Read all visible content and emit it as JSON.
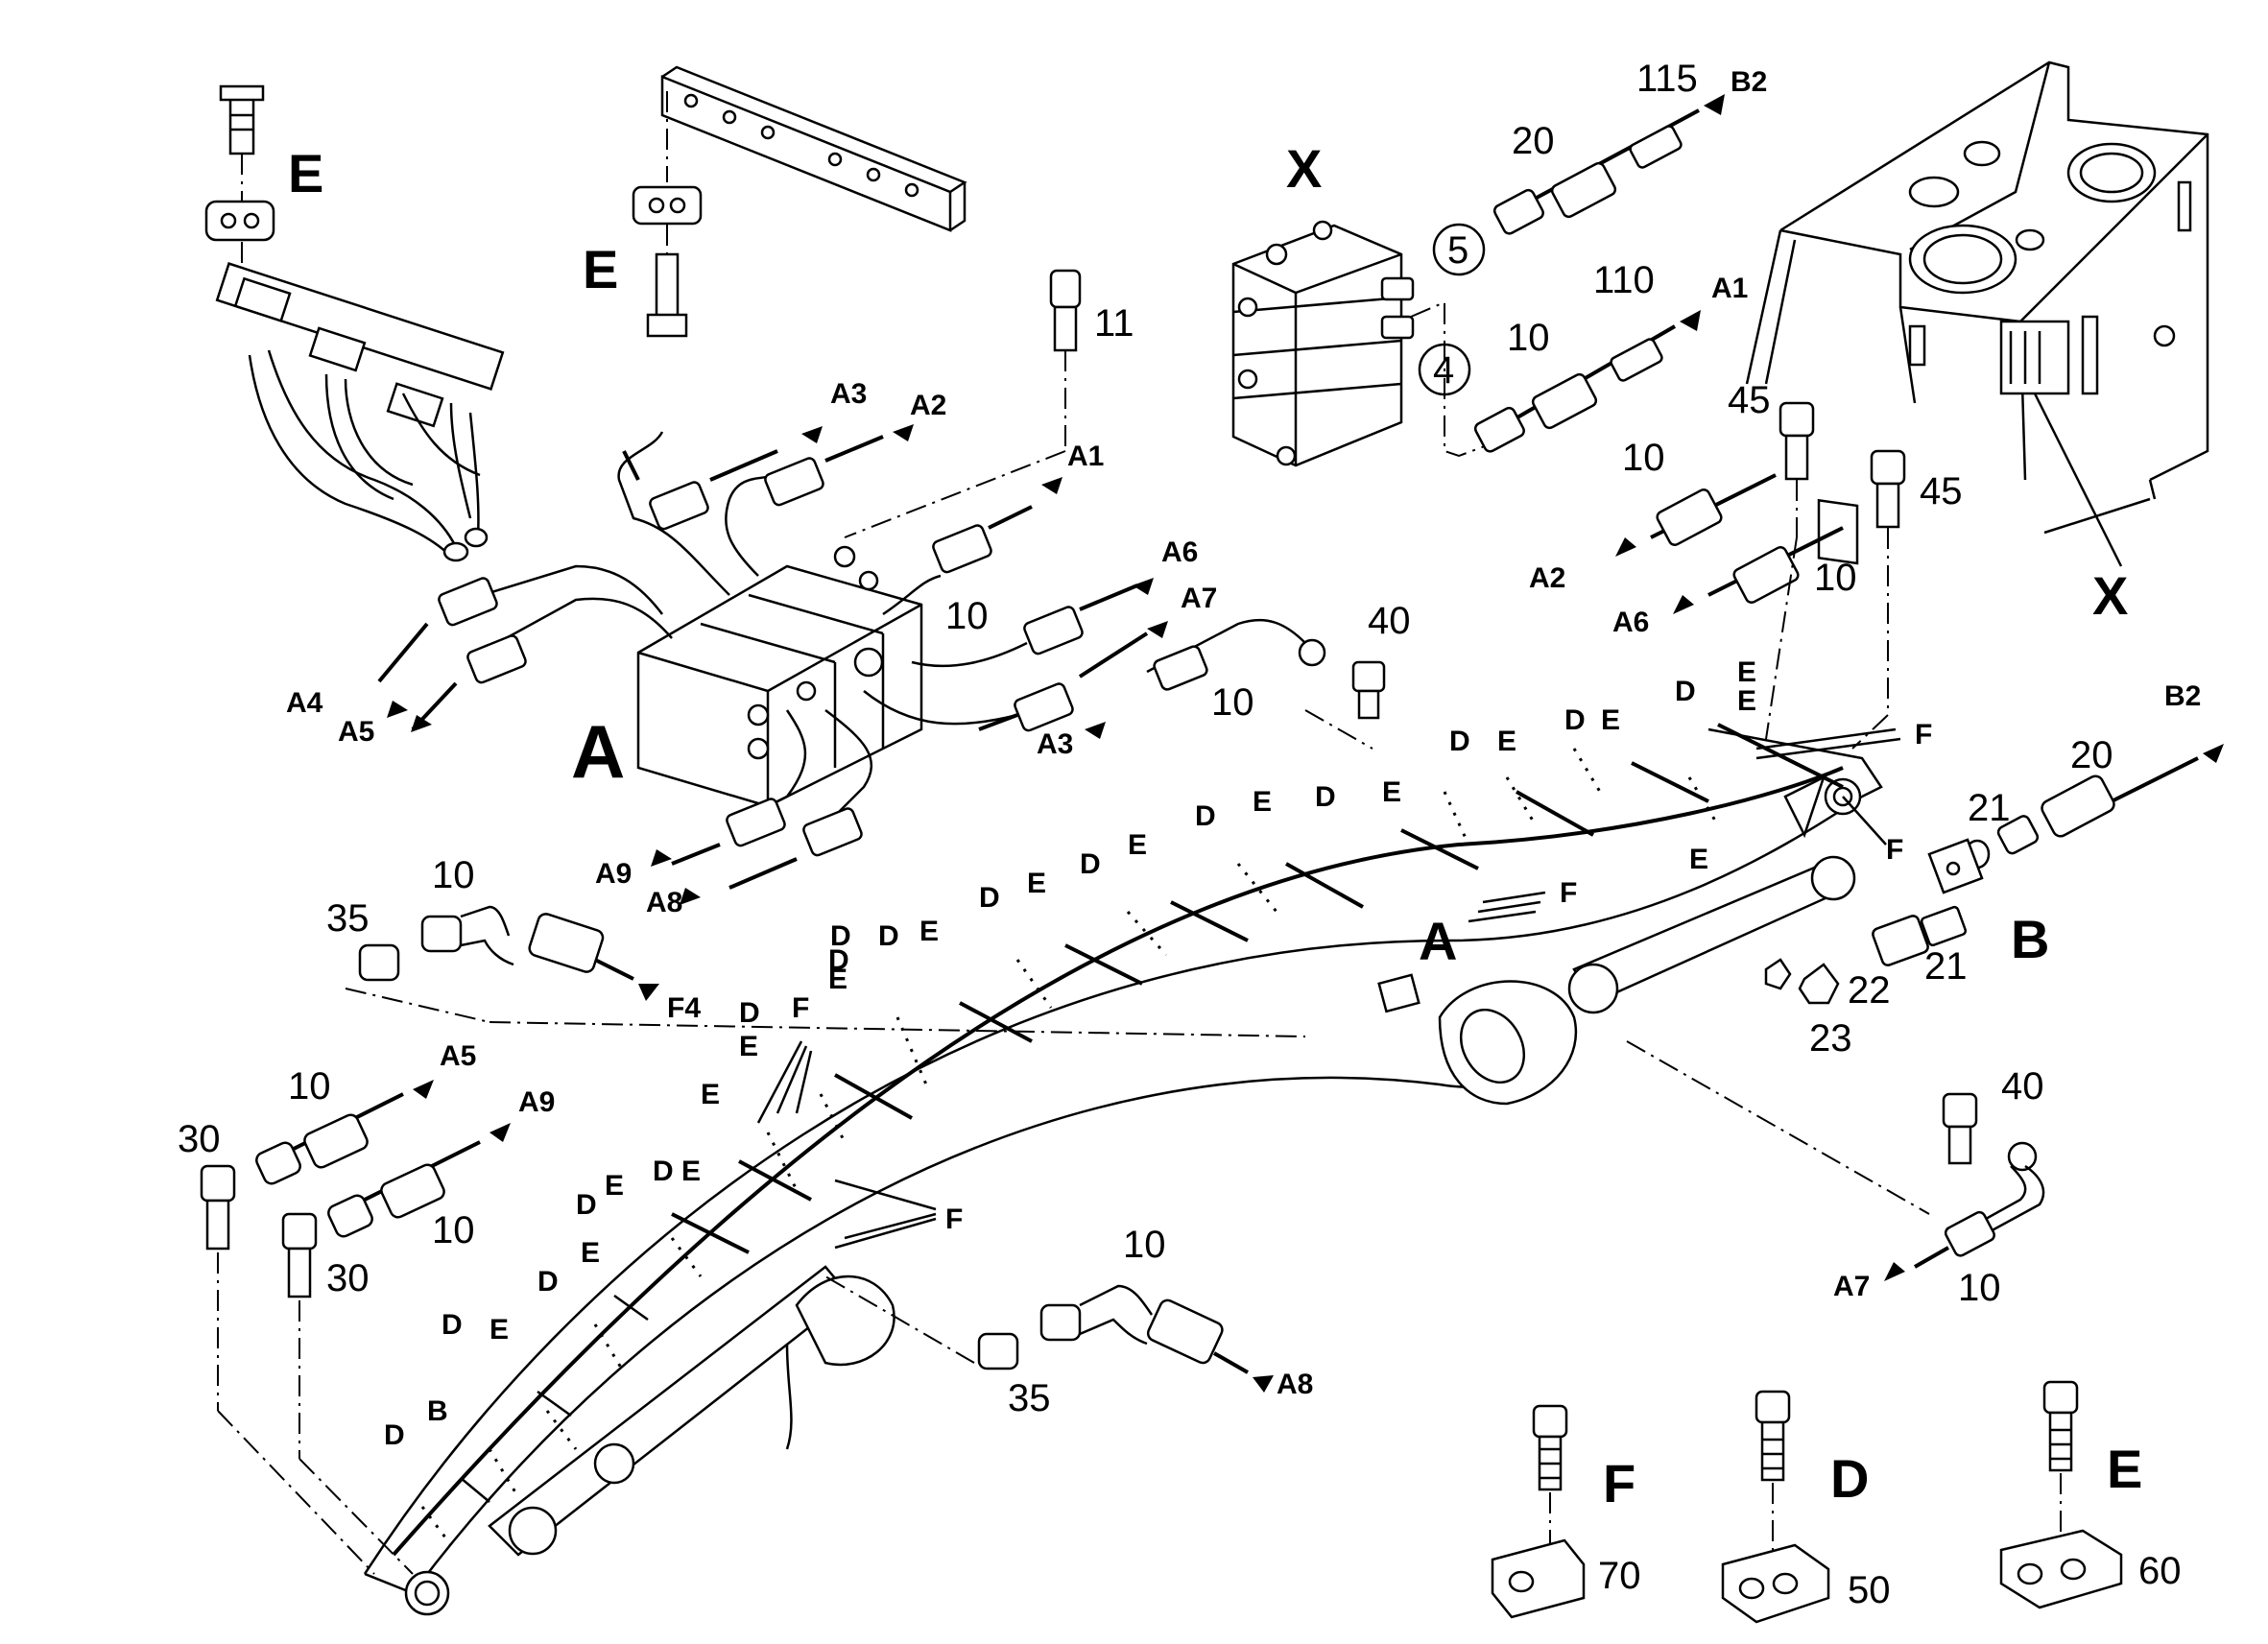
{
  "diagram": {
    "assembly_labels": {
      "A": "A",
      "X": "X",
      "B": "B",
      "E": "E",
      "F": "F",
      "D": "D"
    },
    "part_numbers": {
      "p10": "10",
      "p11": "11",
      "p20": "20",
      "p21": "21",
      "p22": "22",
      "p23": "23",
      "p30": "30",
      "p35": "35",
      "p40": "40",
      "p45": "45",
      "p50": "50",
      "p60": "60",
      "p70": "70",
      "p110": "110",
      "p115": "115",
      "c4": "4",
      "c5": "5"
    },
    "hose_ports": {
      "A1": "A1",
      "A2": "A2",
      "A3": "A3",
      "A4": "A4",
      "A5": "A5",
      "A6": "A6",
      "A7": "A7",
      "A8": "A8",
      "A9": "A9",
      "B2": "B2",
      "F4": "F4"
    },
    "clamp_labels": {
      "D": "D",
      "E": "E",
      "F": "F",
      "B": "B"
    }
  }
}
